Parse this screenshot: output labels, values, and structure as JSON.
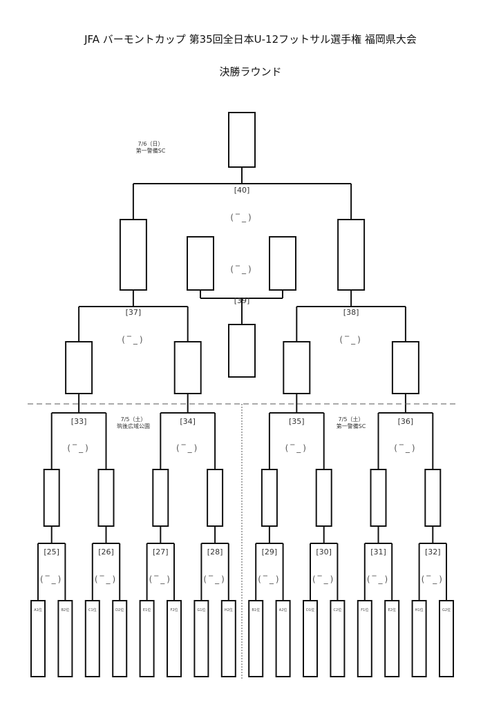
{
  "title": "JFA バーモントカップ 第35回全日本U-12フットサル選手権 福岡県大会",
  "subtitle": "決勝ラウンド",
  "score_placeholder": "(‾_)",
  "notes": [
    {
      "date": "7/6（日）",
      "venue": "第一警備SC"
    },
    {
      "date": "7/5（土）",
      "venue": "筑後広域公園"
    },
    {
      "date": "7/5（土）",
      "venue": "第一警備SC"
    }
  ],
  "rounds": {
    "first": [
      "[25]",
      "[26]",
      "[27]",
      "[28]",
      "[29]",
      "[30]",
      "[31]",
      "[32]"
    ],
    "quarter": [
      "[33]",
      "[34]",
      "[35]",
      "[36]"
    ],
    "semi": [
      "[37]",
      "[38]"
    ],
    "third_place": "[39]",
    "final": "[40]"
  },
  "seeds": [
    "A1位",
    "B2位",
    "C1位",
    "D2位",
    "E1位",
    "F2位",
    "G1位",
    "H2位",
    "B1位",
    "A2位",
    "D1位",
    "C2位",
    "F1位",
    "E2位",
    "H1位",
    "G2位"
  ]
}
